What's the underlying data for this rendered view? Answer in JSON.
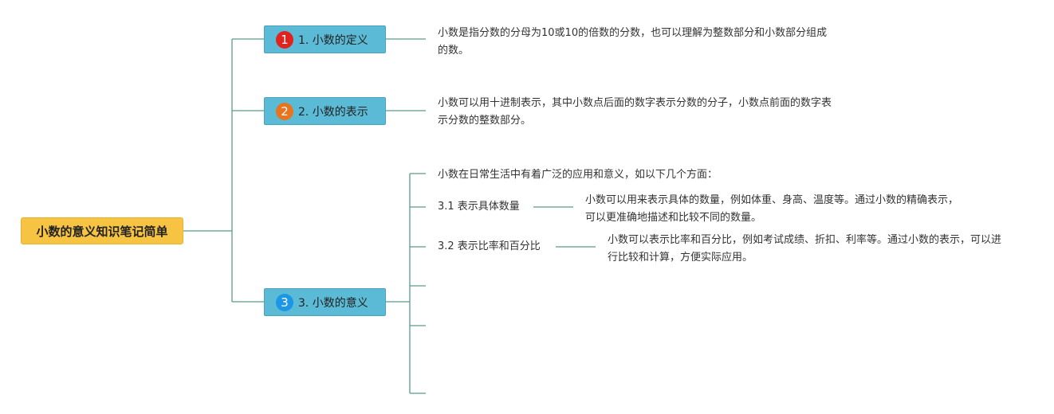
{
  "root": {
    "label": "小数的意义知识笔记简单"
  },
  "topics": [
    {
      "badge": "1",
      "badge_color": "#e0231e",
      "label": "1. 小数的定义",
      "note": "小数是指分数的分母为10或10的倍数的分数，也可以理解为整数部分和小数部分组成的数。"
    },
    {
      "badge": "2",
      "badge_color": "#e8741f",
      "label": "2. 小数的表示",
      "note": "小数可以用十进制表示，其中小数点后面的数字表示分数的分子，小数点前面的数字表示分数的整数部分。"
    },
    {
      "badge": "3",
      "badge_color": "#1c97e6",
      "label": "3. 小数的意义",
      "intro": "小数在日常生活中有着广泛的应用和意义，如以下几个方面：",
      "subtopics": [
        {
          "label": "3.1 表示具体数量",
          "note": "小数可以用来表示具体的数量，例如体重、身高、温度等。通过小数的精确表示，可以更准确地描述和比较不同的数量。"
        },
        {
          "label": "3.2 表示比率和百分比",
          "note": "小数可以表示比率和百分比，例如考试成绩、折扣、利率等。通过小数的表示，可以进行比较和计算，方便实际应用。"
        }
      ]
    }
  ],
  "colors": {
    "line": "#5b9a8b",
    "root_fill": "#f6c343",
    "topic_fill": "#5bbad5"
  }
}
